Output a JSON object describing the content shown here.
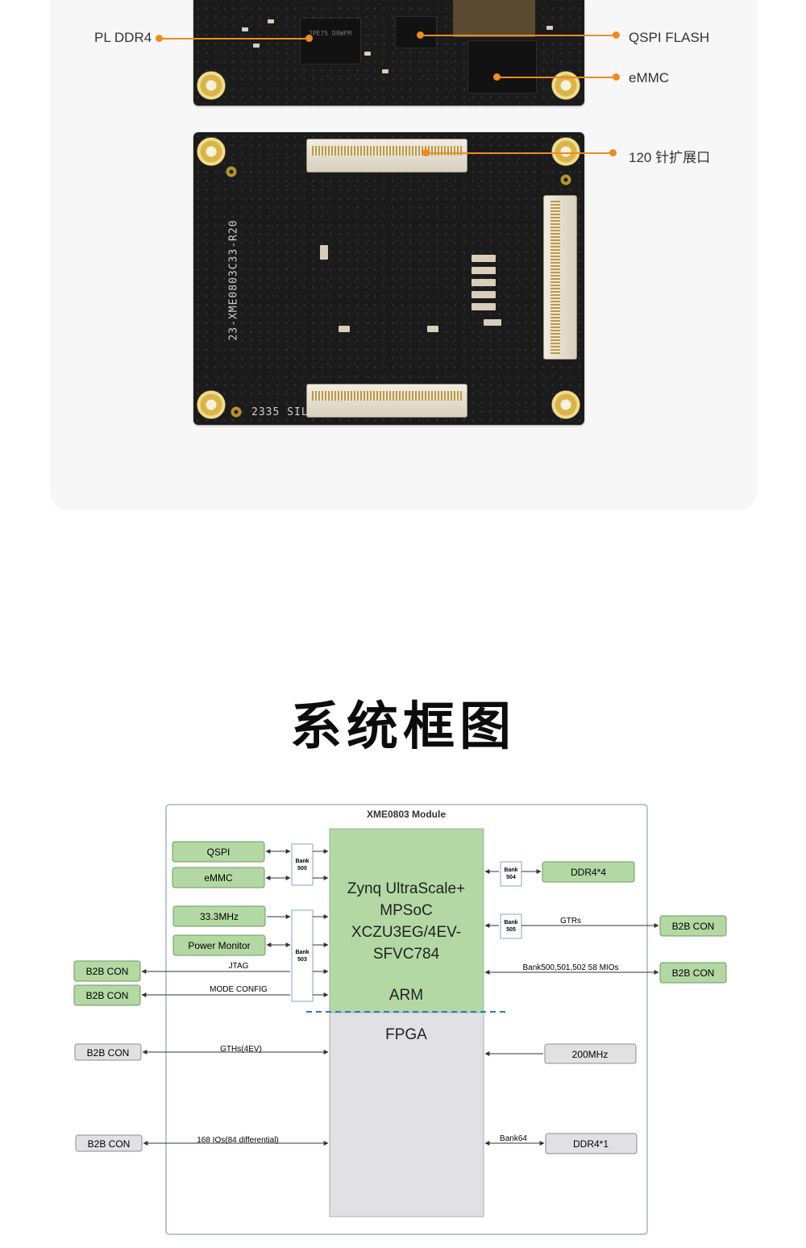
{
  "callouts": {
    "pl_ddr4": "PL DDR4",
    "qspi_flash": "QSPI FLASH",
    "emmc": "eMMC",
    "ext_port": "120 针扩展口"
  },
  "board": {
    "silk_part": "23-XME0803C33-R20",
    "silk_code": "2335 SIL",
    "chip_mark": "2PE75 D9WFM"
  },
  "section_title": "系统框图",
  "diagram": {
    "module_title": "XME0803 Module",
    "soc_lines": [
      "Zynq UltraScale+",
      "MPSoC",
      "XCZU3EG/4EV-",
      "SFVC784"
    ],
    "arm": "ARM",
    "fpga": "FPGA",
    "banks": {
      "b500": [
        "Bank",
        "500"
      ],
      "b503": [
        "Bank",
        "503"
      ],
      "b504": [
        "Bank",
        "504"
      ],
      "b505": [
        "Bank",
        "505"
      ]
    },
    "left_green": [
      "QSPI",
      "eMMC",
      "33.3MHz",
      "Power Monitor"
    ],
    "right_green": [
      "DDR4*4"
    ],
    "b2b": "B2B CON",
    "labels": {
      "jtag": "JTAG",
      "mode": "MODE CONFIG",
      "gths": "GTHs(4EV)",
      "ios": "168 IOs(84 differential)",
      "gtrs": "GTRs",
      "mios": "Bank500,501,502 58 MIOs",
      "bank64": "Bank64"
    },
    "right_gray": [
      "200MHz",
      "DDR4*1"
    ],
    "colors": {
      "green": "#b3d8a4",
      "green_border": "#6b9a5b",
      "gray": "#e1e1e3",
      "blue_dash": "#2a7bc6",
      "accent": "#ee8b22"
    }
  }
}
